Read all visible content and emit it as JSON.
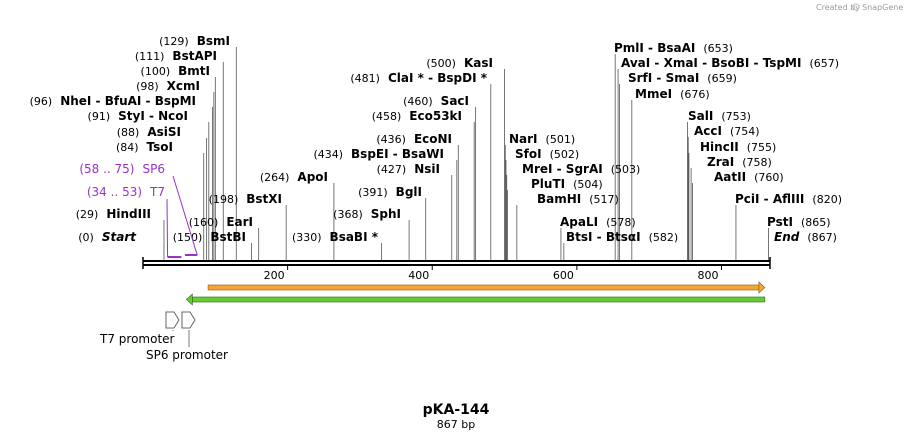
{
  "credit": {
    "prefix": "Created by",
    "brand": "SnapGene"
  },
  "plasmid": {
    "name": "pKA-144",
    "length_label": "867 bp",
    "length_bp": 867
  },
  "axis": {
    "ticks": [
      200,
      400,
      600,
      800
    ]
  },
  "colors": {
    "primer": "#9932cc",
    "orange_feature": "#f7a531",
    "green_feature": "#66cc33"
  },
  "primers": [
    {
      "label": "(58 .. 75)",
      "name": "SP6",
      "start": 58,
      "end": 75
    },
    {
      "label": "(34 .. 53)",
      "name": "T7",
      "start": 34,
      "end": 53
    }
  ],
  "sites": [
    {
      "side": "L",
      "pos": "(0)",
      "name": "Start",
      "bp": 0,
      "italic": true
    },
    {
      "side": "L",
      "pos": "(29)",
      "name": "HindIII",
      "bp": 29
    },
    {
      "side": "L",
      "pos": "(84)",
      "name": "TsoI",
      "bp": 84
    },
    {
      "side": "L",
      "pos": "(88)",
      "name": "AsiSI",
      "bp": 88
    },
    {
      "side": "L",
      "pos": "(91)",
      "name": "StyI  -  NcoI",
      "bp": 91
    },
    {
      "side": "L",
      "pos": "(96)",
      "name": "NheI  -  BfuAI  -  BspMI",
      "bp": 96
    },
    {
      "side": "L",
      "pos": "(98)",
      "name": "XcmI",
      "bp": 98
    },
    {
      "side": "L",
      "pos": "(100)",
      "name": "BmtI",
      "bp": 100
    },
    {
      "side": "L",
      "pos": "(111)",
      "name": "BstAPI",
      "bp": 111
    },
    {
      "side": "L",
      "pos": "(129)",
      "name": "BsmI",
      "bp": 129
    },
    {
      "side": "L",
      "pos": "(150)",
      "name": "BstBI",
      "bp": 150
    },
    {
      "side": "L",
      "pos": "(160)",
      "name": "EarI",
      "bp": 160
    },
    {
      "side": "L",
      "pos": "(198)",
      "name": "BstXI",
      "bp": 198
    },
    {
      "side": "L",
      "pos": "(264)",
      "name": "ApoI",
      "bp": 264
    },
    {
      "side": "L",
      "pos": "(330)",
      "name": "BsaBI *",
      "bp": 330
    },
    {
      "side": "L",
      "pos": "(368)",
      "name": "SphI",
      "bp": 368
    },
    {
      "side": "L",
      "pos": "(391)",
      "name": "BglI",
      "bp": 391
    },
    {
      "side": "L",
      "pos": "(427)",
      "name": "NsiI",
      "bp": 427
    },
    {
      "side": "L",
      "pos": "(434)",
      "name": "BspEI  -  BsaWI",
      "bp": 434
    },
    {
      "side": "L",
      "pos": "(436)",
      "name": "EcoNI",
      "bp": 436
    },
    {
      "side": "L",
      "pos": "(458)",
      "name": "Eco53kI",
      "bp": 458
    },
    {
      "side": "L",
      "pos": "(460)",
      "name": "SacI",
      "bp": 460
    },
    {
      "side": "L",
      "pos": "(481)",
      "name": "ClaI *  -  BspDI *",
      "bp": 481
    },
    {
      "side": "L",
      "pos": "(500)",
      "name": "KasI",
      "bp": 500
    },
    {
      "side": "R",
      "pos": "(501)",
      "name": "NarI",
      "bp": 501
    },
    {
      "side": "R",
      "pos": "(502)",
      "name": "SfoI",
      "bp": 502
    },
    {
      "side": "R",
      "pos": "(503)",
      "name": "MreI  -  SgrAI",
      "bp": 503
    },
    {
      "side": "R",
      "pos": "(504)",
      "name": "PluTI",
      "bp": 504
    },
    {
      "side": "R",
      "pos": "(517)",
      "name": "BamHI",
      "bp": 517
    },
    {
      "side": "R",
      "pos": "(578)",
      "name": "ApaLI",
      "bp": 578
    },
    {
      "side": "R",
      "pos": "(582)",
      "name": "BtsI  -  BtsαI",
      "bp": 582
    },
    {
      "side": "R",
      "pos": "(653)",
      "name": "PmlI  -  BsaAI",
      "bp": 653
    },
    {
      "side": "R",
      "pos": "(657)",
      "name": "AvaI  -  XmaI  -  BsoBI  -  TspMI",
      "bp": 657
    },
    {
      "side": "R",
      "pos": "(659)",
      "name": "SrfI  -  SmaI",
      "bp": 659
    },
    {
      "side": "R",
      "pos": "(676)",
      "name": "MmeI",
      "bp": 676
    },
    {
      "side": "R",
      "pos": "(753)",
      "name": "SalI",
      "bp": 753
    },
    {
      "side": "R",
      "pos": "(754)",
      "name": "AccI",
      "bp": 754
    },
    {
      "side": "R",
      "pos": "(755)",
      "name": "HincII",
      "bp": 755
    },
    {
      "side": "R",
      "pos": "(758)",
      "name": "ZraI",
      "bp": 758
    },
    {
      "side": "R",
      "pos": "(760)",
      "name": "AatII",
      "bp": 760
    },
    {
      "side": "R",
      "pos": "(820)",
      "name": "PciI  -  AflIII",
      "bp": 820
    },
    {
      "side": "R",
      "pos": "(865)",
      "name": "PstI",
      "bp": 865
    },
    {
      "side": "R",
      "pos": "(867)",
      "name": "End",
      "bp": 867,
      "italic": true
    }
  ],
  "features": [
    {
      "name": "T7 promoter",
      "start": 34,
      "end": 53,
      "type": "promoter"
    },
    {
      "name": "SP6 promoter",
      "start": 58,
      "end": 75,
      "type": "promoter"
    },
    {
      "name": "",
      "start": 90,
      "end": 860,
      "type": "orange-arrow"
    },
    {
      "name": "",
      "start": 60,
      "end": 860,
      "type": "green-arrow"
    }
  ]
}
